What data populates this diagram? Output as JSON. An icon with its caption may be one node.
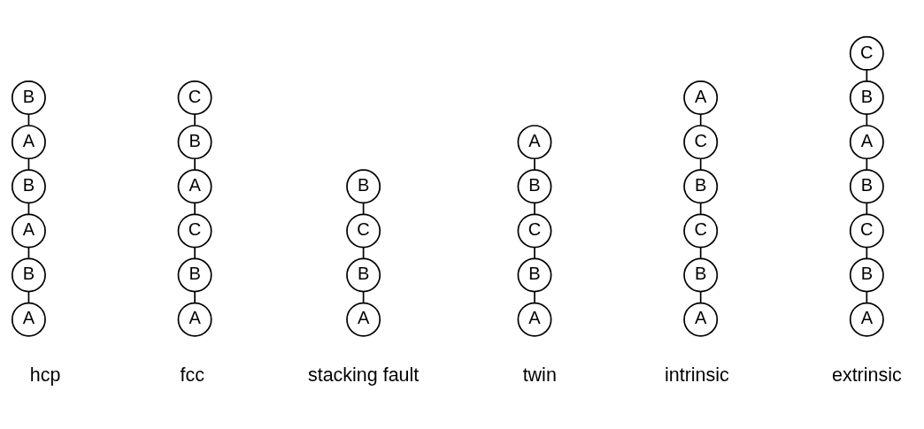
{
  "diagram": {
    "nodes": [
      {
        "text": [
          "B"
        ]
      },
      {
        "text": [
          "A"
        ]
      },
      {
        "text": [
          "B"
        ]
      },
      {
        "text": [
          "A"
        ]
      },
      {
        "text": [
          "B"
        ]
      },
      {
        "text": [
          "A"
        ]
      },
      {
        "text": [
          "C"
        ]
      },
      {
        "text": [
          "B"
        ]
      },
      {
        "text": [
          "A"
        ]
      },
      {
        "text": [
          "C"
        ]
      },
      {
        "text": [
          "B"
        ]
      },
      {
        "text": [
          "A"
        ]
      },
      {
        "text": [
          "B"
        ]
      },
      {
        "text": [
          "C"
        ]
      },
      {
        "text": [
          "B"
        ]
      },
      {
        "text": [
          "A"
        ]
      },
      {
        "text": [
          "A"
        ]
      },
      {
        "text": [
          "B"
        ]
      },
      {
        "text": [
          "C"
        ]
      },
      {
        "text": [
          "B"
        ]
      },
      {
        "text": [
          "A"
        ]
      },
      {
        "text": [
          "A"
        ]
      },
      {
        "text": [
          "C"
        ]
      },
      {
        "text": [
          "B"
        ]
      },
      {
        "text": [
          "C"
        ]
      },
      {
        "text": [
          "B"
        ]
      },
      {
        "text": [
          "A"
        ]
      },
      {
        "text": [
          "C"
        ]
      },
      {
        "text": [
          "B"
        ]
      },
      {
        "text": [
          "A"
        ]
      },
      {
        "text": [
          "B"
        ]
      },
      {
        "text": [
          "C"
        ]
      },
      {
        "text": [
          "B"
        ]
      },
      {
        "text": [
          "A"
        ]
      }
    ],
    "edges": [
      {
        "from": 0,
        "to": 1,
        "arrow": "none"
      },
      {
        "from": 1,
        "to": 2,
        "arrow": "none"
      },
      {
        "from": 2,
        "to": 3,
        "arrow": "none"
      },
      {
        "from": 3,
        "to": 4,
        "arrow": "none"
      },
      {
        "from": 4,
        "to": 5,
        "arrow": "none"
      },
      {
        "from": 6,
        "to": 7,
        "arrow": "none"
      },
      {
        "from": 7,
        "to": 8,
        "arrow": "none"
      },
      {
        "from": 8,
        "to": 9,
        "arrow": "none"
      },
      {
        "from": 9,
        "to": 10,
        "arrow": "none"
      },
      {
        "from": 10,
        "to": 11,
        "arrow": "none"
      },
      {
        "from": 12,
        "to": 13,
        "arrow": "none"
      },
      {
        "from": 13,
        "to": 14,
        "arrow": "none"
      },
      {
        "from": 14,
        "to": 15,
        "arrow": "none"
      },
      {
        "from": 16,
        "to": 17,
        "arrow": "none"
      },
      {
        "from": 17,
        "to": 18,
        "arrow": "none"
      },
      {
        "from": 18,
        "to": 19,
        "arrow": "none"
      },
      {
        "from": 19,
        "to": 20,
        "arrow": "none"
      },
      {
        "from": 21,
        "to": 22,
        "arrow": "none"
      },
      {
        "from": 22,
        "to": 23,
        "arrow": "none"
      },
      {
        "from": 23,
        "to": 24,
        "arrow": "none"
      },
      {
        "from": 24,
        "to": 25,
        "arrow": "none"
      },
      {
        "from": 25,
        "to": 26,
        "arrow": "none"
      },
      {
        "from": 27,
        "to": 28,
        "arrow": "none"
      },
      {
        "from": 28,
        "to": 29,
        "arrow": "none"
      },
      {
        "from": 29,
        "to": 30,
        "arrow": "none"
      },
      {
        "from": 30,
        "to": 31,
        "arrow": "none"
      },
      {
        "from": 31,
        "to": 32,
        "arrow": "none"
      },
      {
        "from": 32,
        "to": 33,
        "arrow": "none"
      }
    ],
    "labels": [
      "hcp",
      "fcc",
      "stacking fault",
      "twin",
      "intrinsic",
      "extrinsic"
    ]
  }
}
